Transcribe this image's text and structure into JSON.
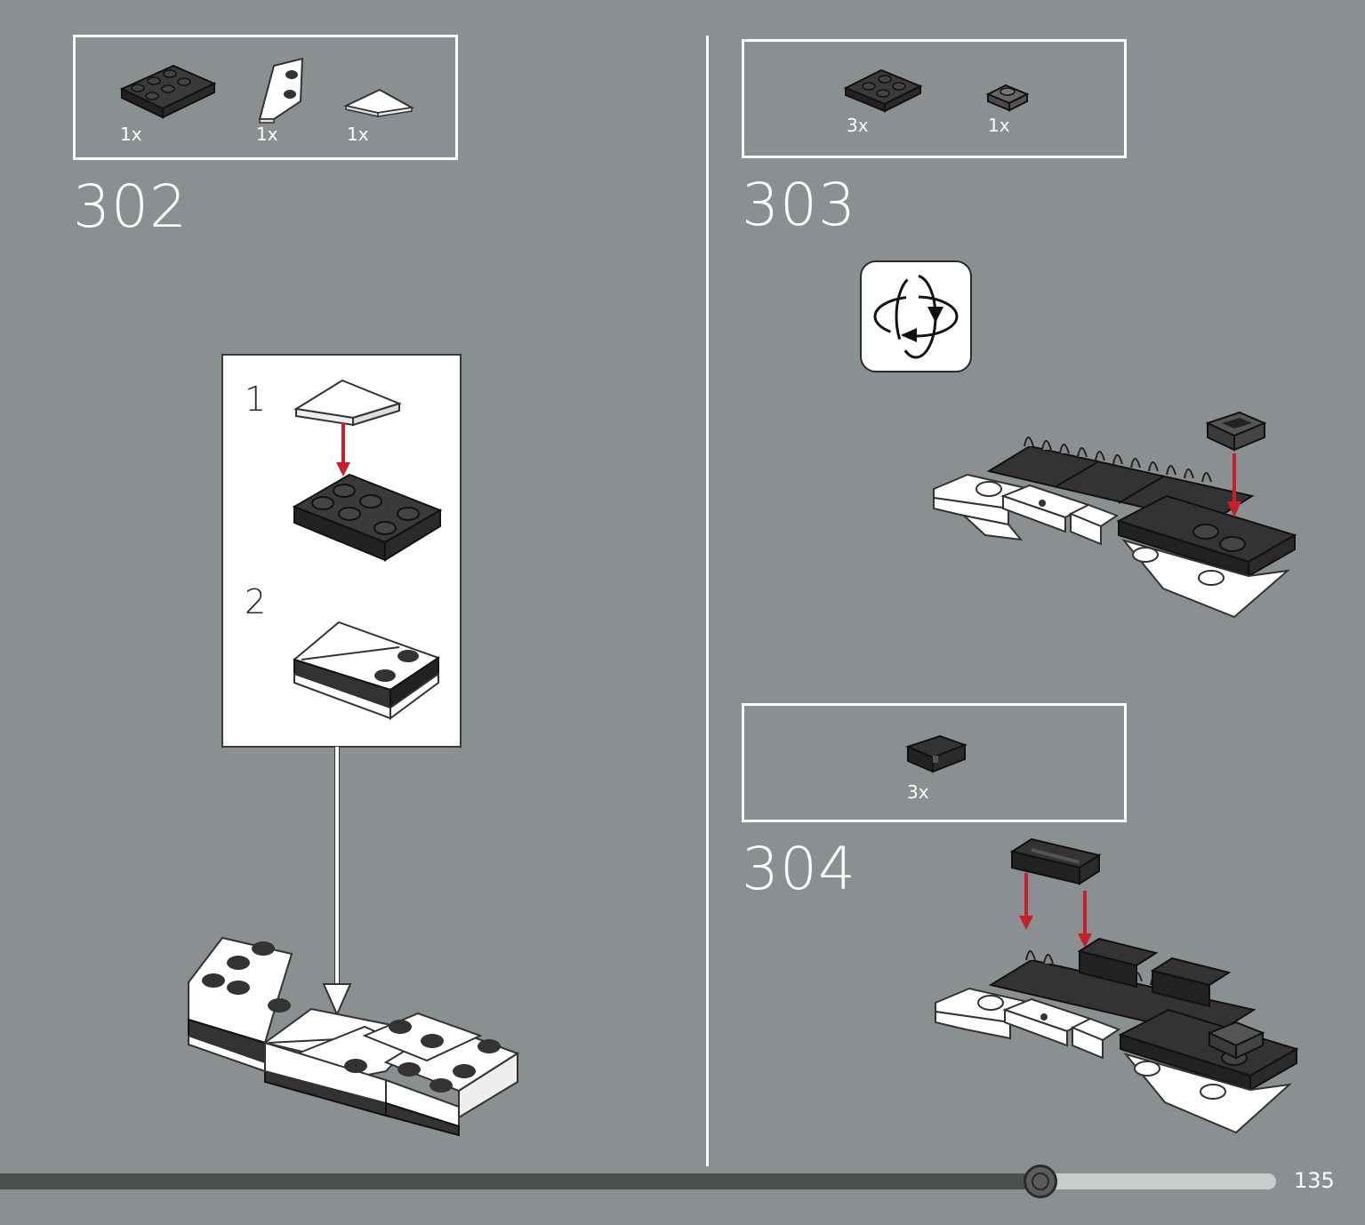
{
  "steps": [
    {
      "number": "302",
      "parts": [
        {
          "qty": "1x",
          "icon": "black-plate-2x3-icon"
        },
        {
          "qty": "1x",
          "icon": "white-wedge-plate-icon"
        },
        {
          "qty": "1x",
          "icon": "white-tile-triangle-icon"
        }
      ],
      "callout": {
        "substeps": [
          "1",
          "2"
        ]
      }
    },
    {
      "number": "303",
      "parts": [
        {
          "qty": "3x",
          "icon": "black-plate-2x2-icon"
        },
        {
          "qty": "1x",
          "icon": "dark-grey-plate-1x1-icon"
        }
      ],
      "rotate_icon": "rotate-model-icon"
    },
    {
      "number": "304",
      "parts": [
        {
          "qty": "3x",
          "icon": "black-clip-bracket-icon"
        }
      ]
    }
  ],
  "progress": {
    "fraction": 0.815
  },
  "page_number": "135",
  "colors": {
    "background": "#8a9091",
    "arrow_red": "#c8202a",
    "brick_black": "#333333",
    "brick_white": "#ffffff"
  }
}
